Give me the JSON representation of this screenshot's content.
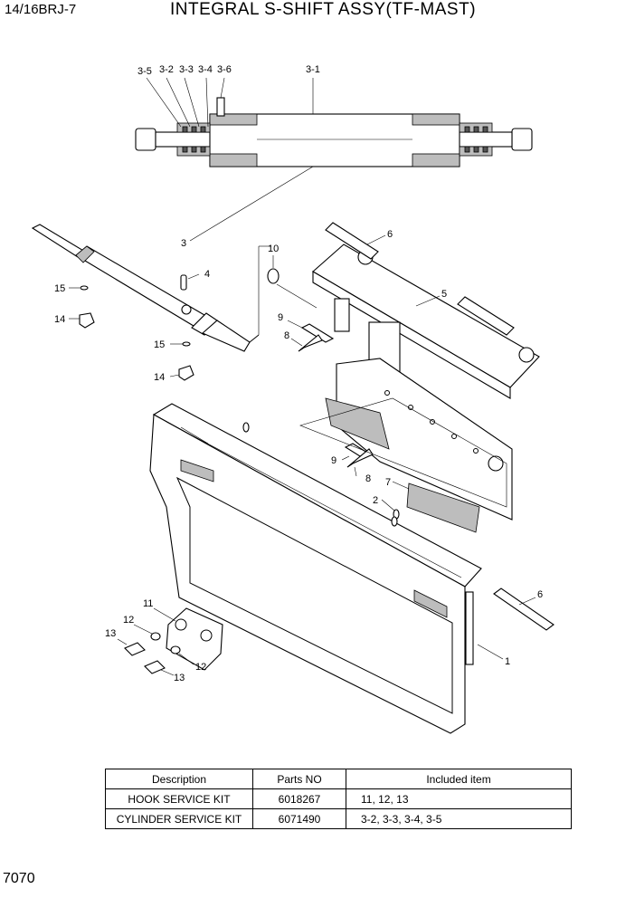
{
  "header": {
    "model_code": "14/16BRJ-7",
    "title": "INTEGRAL S-SHIFT ASSY(TF-MAST)"
  },
  "footer": {
    "page_number": "7070"
  },
  "callouts": {
    "c3_5": "3-5",
    "c3_2": "3-2",
    "c3_3": "3-3",
    "c3_4": "3-4",
    "c3_6": "3-6",
    "c3_1": "3-1",
    "c3": "3",
    "c10": "10",
    "c6a": "6",
    "c5": "5",
    "c4": "4",
    "c15a": "15",
    "c14a": "14",
    "c9a": "9",
    "c8a": "8",
    "c15b": "15",
    "c14b": "14",
    "c9b": "9",
    "c8b": "8",
    "c7": "7",
    "c2": "2",
    "c6b": "6",
    "c1": "1",
    "c11": "11",
    "c12a": "12",
    "c13a": "13",
    "c12b": "12",
    "c13b": "13"
  },
  "kits_table": {
    "headers": [
      "Description",
      "Parts NO",
      "Included item"
    ],
    "rows": [
      {
        "description": "HOOK SERVICE KIT",
        "parts_no": "6018267",
        "included": "11, 12, 13"
      },
      {
        "description": "CYLINDER SERVICE KIT",
        "parts_no": "6071490",
        "included": "3-2, 3-3, 3-4, 3-5"
      }
    ]
  }
}
